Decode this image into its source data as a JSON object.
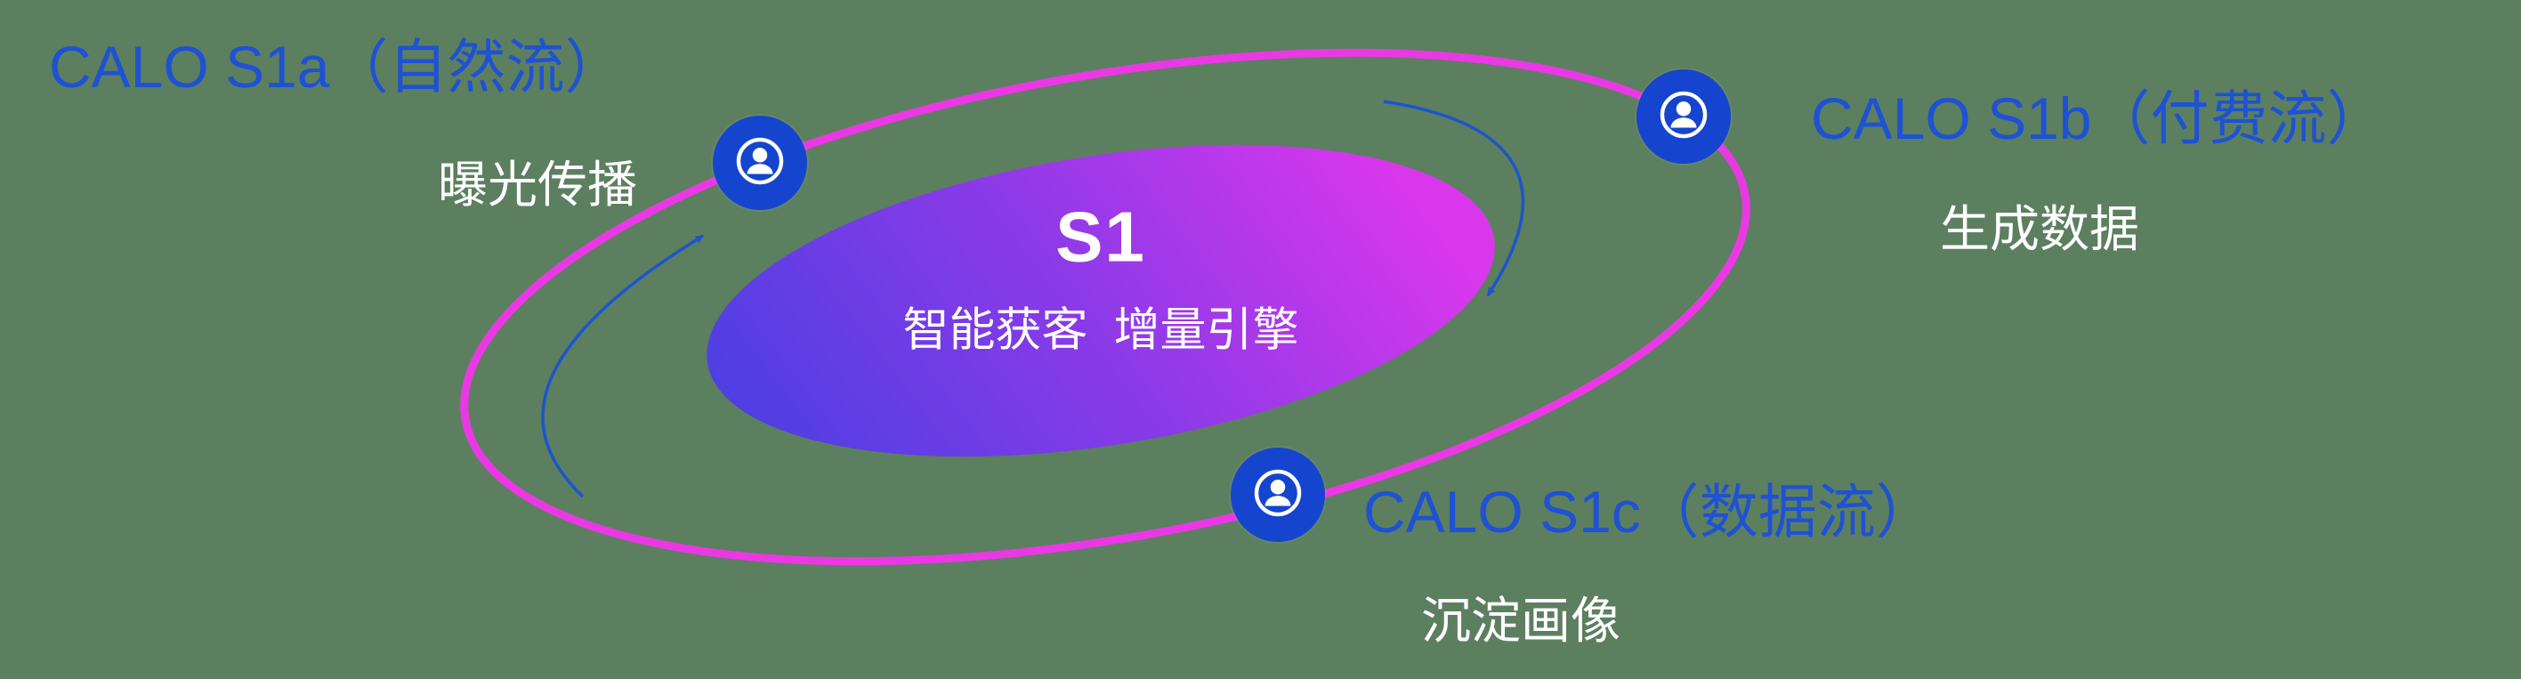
{
  "diagram": {
    "center": {
      "title": "S1",
      "subtitle": "智能获客  增量引擎"
    },
    "nodes": [
      {
        "id": "S1a",
        "label": "CALO S1a（自然流）",
        "sublabel": "曝光传播",
        "icon": "user-circle-icon"
      },
      {
        "id": "S1b",
        "label": "CALO S1b（付费流）",
        "sublabel": "生成数据",
        "icon": "user-circle-icon"
      },
      {
        "id": "S1c",
        "label": "CALO S1c（数据流）",
        "sublabel": "沉淀画像",
        "icon": "user-circle-icon"
      }
    ],
    "arrows": [
      {
        "id": "left-arrow",
        "direction": "curves up toward S1a node"
      },
      {
        "id": "right-arrow",
        "direction": "curves down from S1b node toward center"
      }
    ],
    "colors": {
      "background": "#5c7f60",
      "label_blue": "#1e52d4",
      "subtitle_white": "#ffffff",
      "ring_magenta": "#ea39e4",
      "node_blue": "#1545ce",
      "arrow_blue": "#1c55cc",
      "ellipse_gradient": [
        "#4340e2",
        "#8c3ae8",
        "#da37ec"
      ]
    }
  }
}
